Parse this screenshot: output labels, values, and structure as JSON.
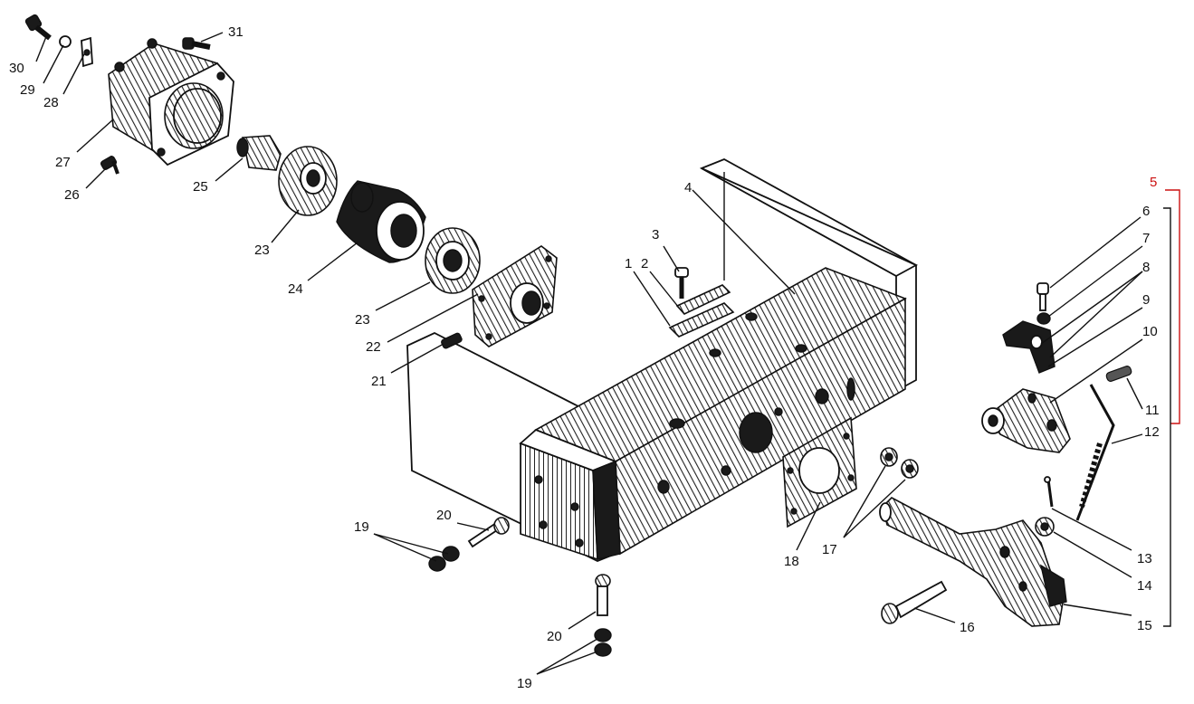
{
  "diagram": {
    "labels": {
      "l1": "1",
      "l2": "2",
      "l3": "3",
      "l4": "4",
      "l5": "5",
      "l6": "6",
      "l7": "7",
      "l8": "8",
      "l9": "9",
      "l10": "10",
      "l11": "11",
      "l12": "12",
      "l13": "13",
      "l14": "14",
      "l15": "15",
      "l16": "16",
      "l17": "17",
      "l18": "18",
      "l19a": "19",
      "l19b": "19",
      "l20a": "20",
      "l20b": "20",
      "l21": "21",
      "l22": "22",
      "l23a": "23",
      "l23b": "23",
      "l24": "24",
      "l25": "25",
      "l26": "26",
      "l27": "27",
      "l28": "28",
      "l29": "29",
      "l30": "30",
      "l31": "31"
    },
    "colors": {
      "ink": "#111111",
      "group_label": "#cc1111",
      "background": "#ffffff"
    }
  }
}
